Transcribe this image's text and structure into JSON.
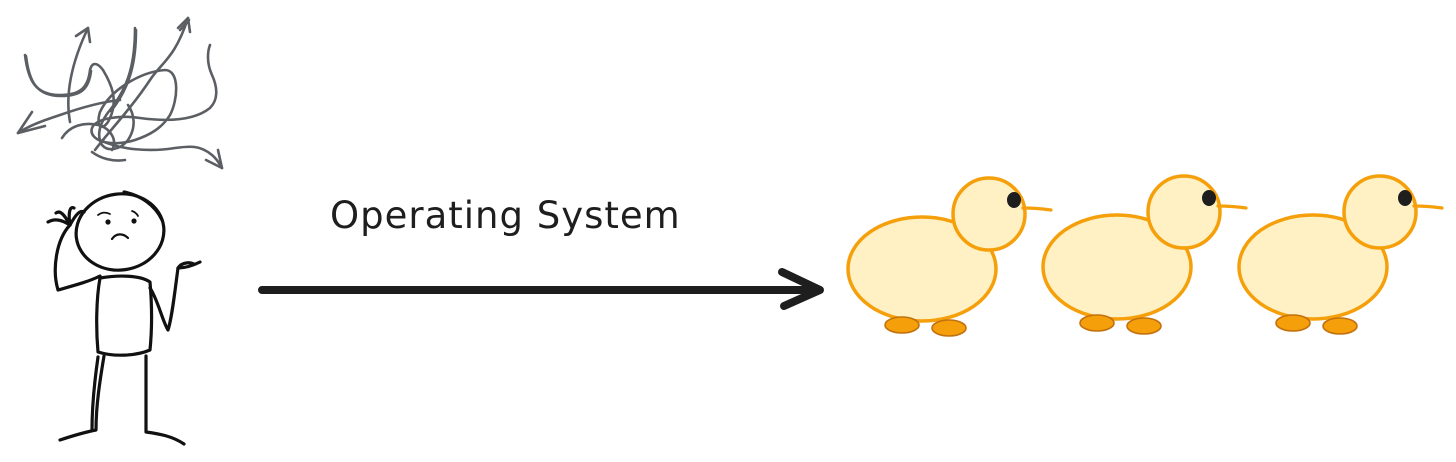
{
  "diagram": {
    "type": "hand-drawn illustration",
    "label": "Operating System",
    "colors": {
      "background": "#ffffff",
      "ink": "#1e1e1e",
      "scribble": "#5b5e63",
      "duck_fill": "#fff1c4",
      "duck_stroke": "#f59f0b",
      "duck_feet_fill": "#f59f0b",
      "duck_feet_stroke": "#c2710c",
      "duck_eye": "#1e1e1e"
    },
    "elements": {
      "chaos": {
        "name": "tangled arrows",
        "meaning": "confusion"
      },
      "person": {
        "name": "confused stick figure",
        "expression": "frown"
      },
      "arrow": {
        "direction": "right",
        "label": "Operating System"
      },
      "ducklings": {
        "count": 3,
        "arrangement": "in a row, facing right",
        "meaning": "ducks in a row / orderly"
      }
    }
  }
}
